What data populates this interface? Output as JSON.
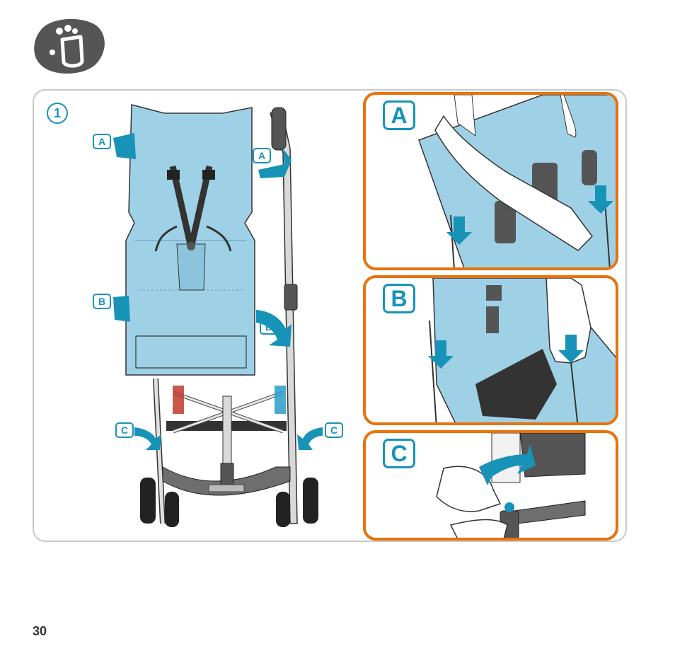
{
  "logo": {
    "icon": "hand-icon"
  },
  "step": {
    "number": "1"
  },
  "main_tags": {
    "a_left": "A",
    "a_right": "A",
    "b_left": "B",
    "b_right": "B",
    "c_left": "C",
    "c_right": "C"
  },
  "panels": [
    {
      "label": "A"
    },
    {
      "label": "B"
    },
    {
      "label": "C"
    }
  ],
  "colors": {
    "fabric": "#9fd1e6",
    "accent_blue": "#1793b8",
    "panel_border": "#e8720d",
    "frame_gray": "#c9c9c9"
  },
  "footer": {
    "page_number": "30"
  }
}
